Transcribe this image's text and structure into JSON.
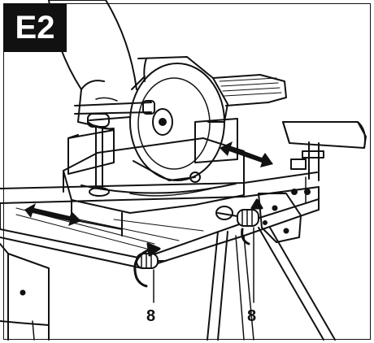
{
  "figure": {
    "label": "E2",
    "callouts": [
      "8",
      "8"
    ]
  },
  "colors": {
    "ink": "#111111",
    "paper": "#ffffff"
  },
  "icons": [
    "double-arrow-icon",
    "rotate-arrow-icon",
    "clamp-knob-icon"
  ]
}
